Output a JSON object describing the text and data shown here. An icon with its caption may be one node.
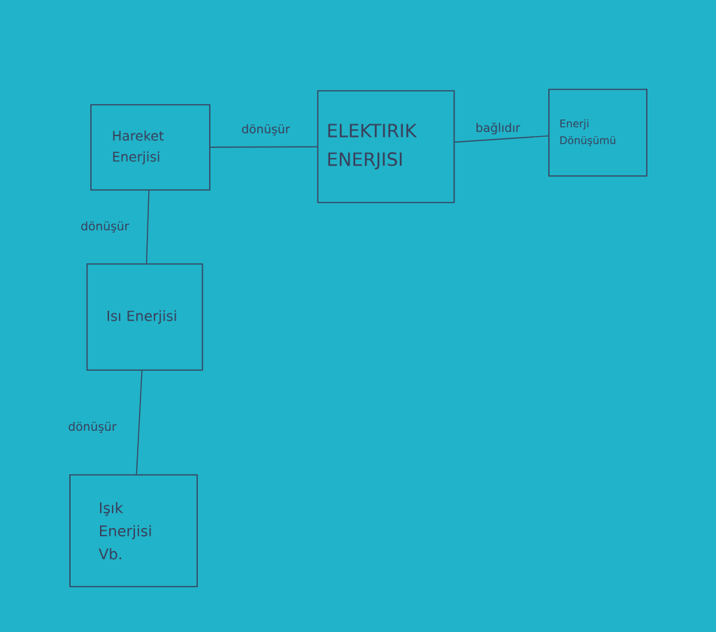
{
  "diagram": {
    "nodes": [
      {
        "text": [
          "Hareket Enerjisi"
        ]
      },
      {
        "text": [
          "ELEKTIRIK ENERJISI"
        ]
      },
      {
        "text": [
          "Enerji Dönüşümü"
        ]
      },
      {
        "text": [
          "Isı Enerjisi"
        ]
      },
      {
        "text": [
          "Işık Enerjisi Vb."
        ]
      }
    ],
    "edges": [
      {
        "from": 0,
        "to": 1,
        "arrow": "none",
        "label": "dönüşür"
      },
      {
        "from": 1,
        "to": 2,
        "arrow": "none",
        "label": "bağlıdır"
      },
      {
        "from": 0,
        "to": 3,
        "arrow": "none",
        "label": "dönüşür"
      },
      {
        "from": 3,
        "to": 4,
        "arrow": "none",
        "label": "dönüşür"
      }
    ]
  }
}
